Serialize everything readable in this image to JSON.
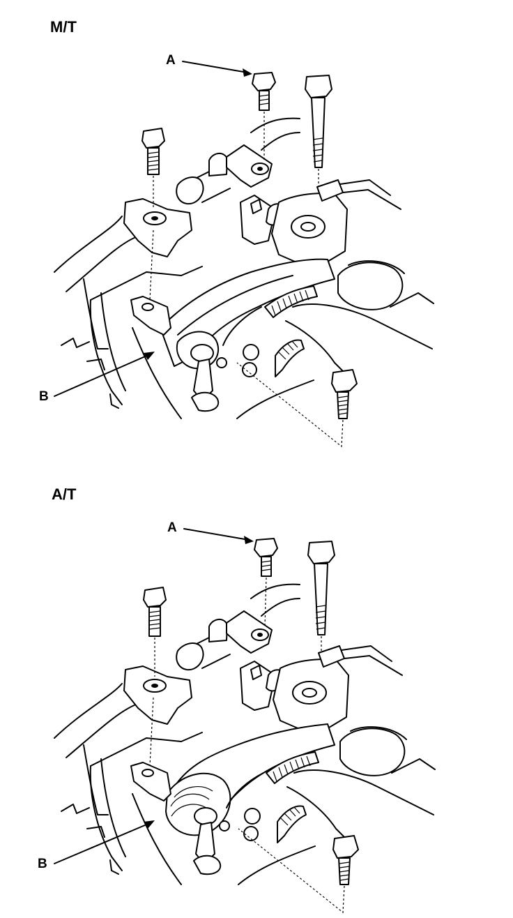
{
  "panels": [
    {
      "title": "M/T",
      "callouts": {
        "a": "A",
        "b": "B"
      }
    },
    {
      "title": "A/T",
      "callouts": {
        "a": "A",
        "b": "B"
      }
    }
  ]
}
